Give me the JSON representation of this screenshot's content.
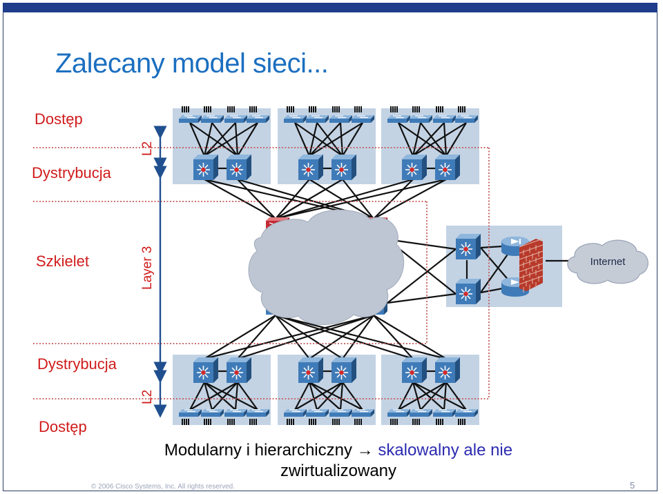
{
  "slide": {
    "title": "Zalecany model sieci...",
    "page_number": "5",
    "footer": "© 2006 Cisco Systems, Inc. All rights reserved."
  },
  "layers": {
    "top_access": "Dostęp",
    "top_distribution": "Dystrybucja",
    "core": "Szkielet",
    "bottom_distribution": "Dystrybucja",
    "bottom_access": "Dostęp"
  },
  "markers": {
    "l2_top": "L2",
    "layer3": "Layer 3",
    "l2_bottom": "L2"
  },
  "internet_label": "Internet",
  "caption": {
    "part1": "Modularny i hierarchiczny",
    "arrow": "→",
    "part2": "skalowalny ale nie",
    "line2": "zwirtualizowany"
  },
  "colors": {
    "title": "#1b6fc0",
    "layer_labels": "#d01b1b",
    "module_background": "#c3d3e4",
    "switch_blue": "#3f7bb8",
    "core_router_red": "#c42a35",
    "dotted_border": "#d0343b"
  }
}
